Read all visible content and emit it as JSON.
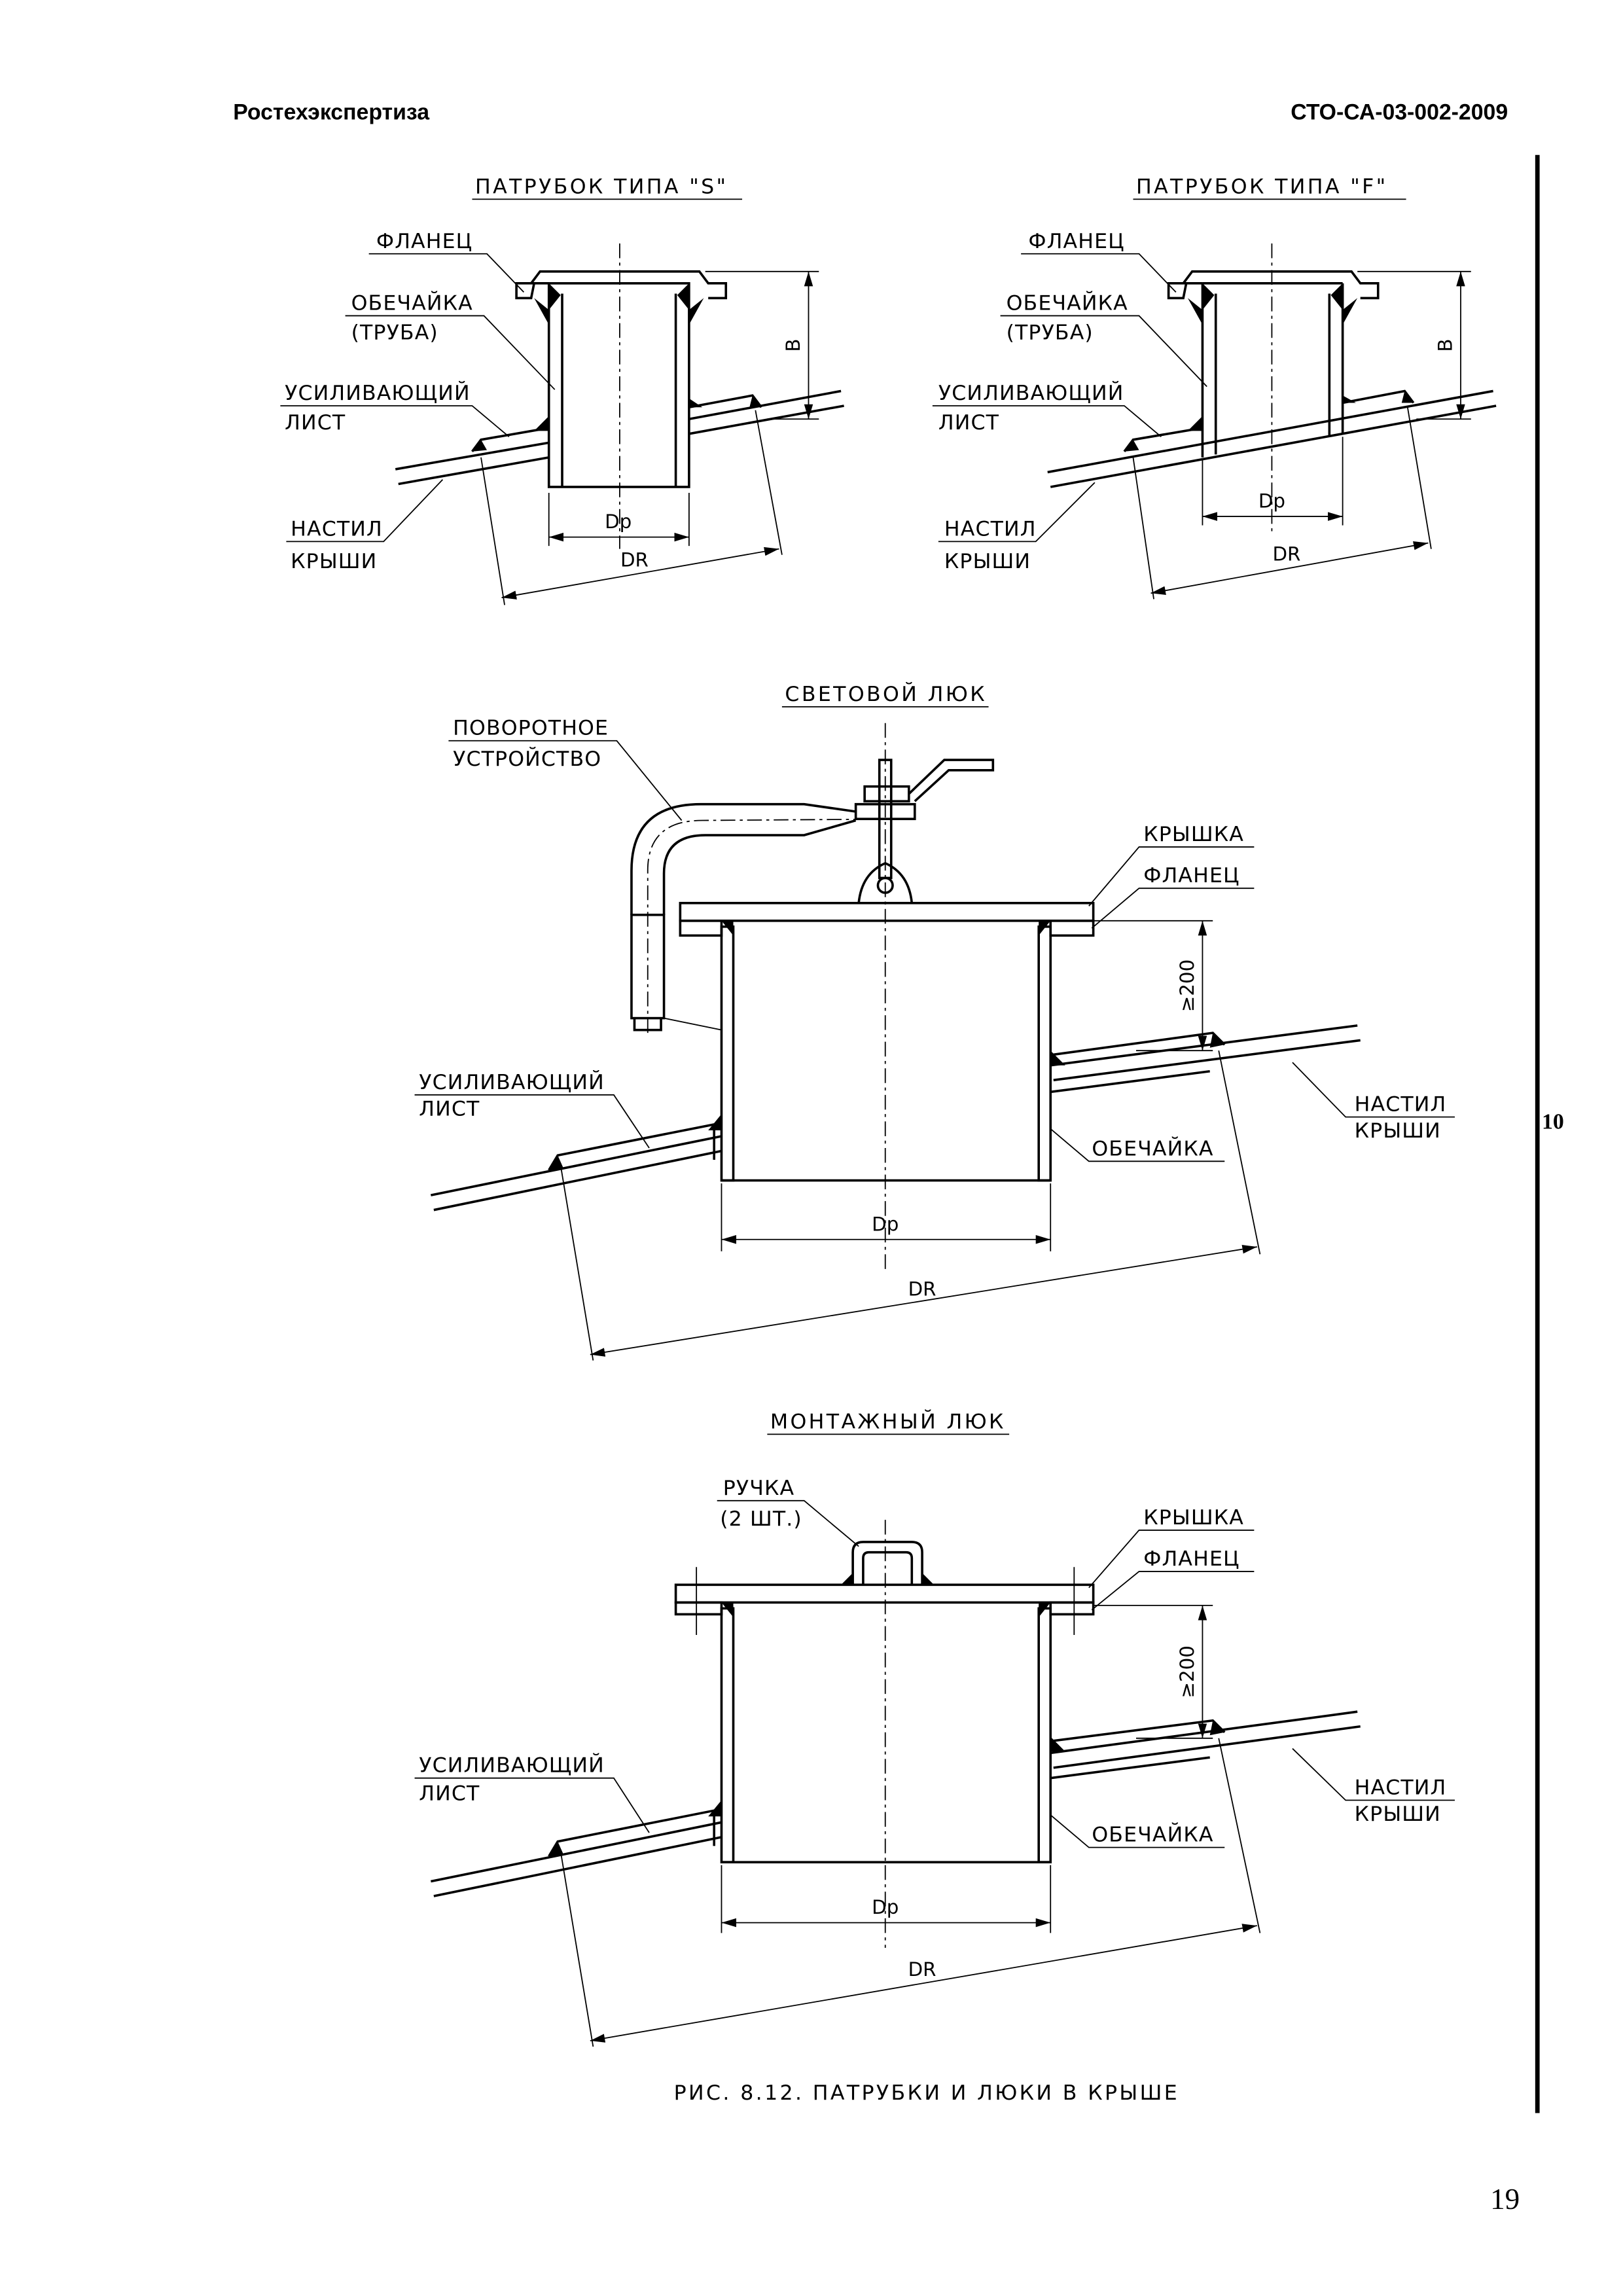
{
  "header": {
    "org": "Ростехэкспертиза",
    "doc_code": "СТО-СА-03-002-2009"
  },
  "margin_mark": "10",
  "page_number": "19",
  "caption": "РИС. 8.12. ПАТРУБКИ И ЛЮКИ В КРЫШЕ",
  "nozzle_s": {
    "title": "ПАТРУБОК ТИПА \"S\"",
    "flange": "ФЛАНЕЦ",
    "shell1": "ОБЕЧАЙКА",
    "shell2": "(ТРУБА)",
    "plate1": "УСИЛИВАЮЩИЙ",
    "plate2": "ЛИСТ",
    "deck1": "НАСТИЛ",
    "deck2": "КРЫШИ",
    "dim_b": "B",
    "dim_dp": "Dр",
    "dim_dr": "DR"
  },
  "nozzle_f": {
    "title": "ПАТРУБОК ТИПА \"F\"",
    "flange": "ФЛАНЕЦ",
    "shell1": "ОБЕЧАЙКА",
    "shell2": "(ТРУБА)",
    "plate1": "УСИЛИВАЮЩИЙ",
    "plate2": "ЛИСТ",
    "deck1": "НАСТИЛ",
    "deck2": "КРЫШИ",
    "dim_b": "B",
    "dim_dp": "Dр",
    "dim_dr": "DR"
  },
  "light_hatch": {
    "title": "СВЕТОВОЙ ЛЮК",
    "swivel1": "ПОВОРОТНОЕ",
    "swivel2": "УСТРОЙСТВО",
    "cover": "КРЫШКА",
    "flange": "ФЛАНЕЦ",
    "plate1": "УСИЛИВАЮЩИЙ",
    "plate2": "ЛИСТ",
    "deck1": "НАСТИЛ",
    "deck2": "КРЫШИ",
    "shell": "ОБЕЧАЙКА",
    "dim_h": "≥200",
    "dim_dp": "Dр",
    "dim_dr": "DR"
  },
  "mount_hatch": {
    "title": "МОНТАЖНЫЙ ЛЮК",
    "handle1": "РУЧКА",
    "handle2": "(2 ШТ.)",
    "cover": "КРЫШКА",
    "flange": "ФЛАНЕЦ",
    "plate1": "УСИЛИВАЮЩИЙ",
    "plate2": "ЛИСТ",
    "deck1": "НАСТИЛ",
    "deck2": "КРЫШИ",
    "shell": "ОБЕЧАЙКА",
    "dim_h": "≥200",
    "dim_dp": "Dр",
    "dim_dr": "DR"
  }
}
